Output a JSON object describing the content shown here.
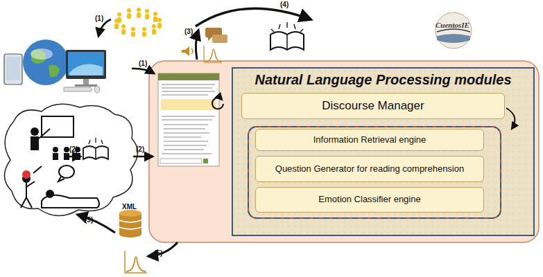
{
  "diagram": {
    "nodes": [
      {
        "text": [
          "Natural Language Processing modules"
        ]
      },
      {
        "text": [
          "Discourse Manager"
        ],
        "in": 0
      },
      {
        "text": [
          "Information Retrieval engine"
        ],
        "in": 0
      },
      {
        "text": [
          "Question Generator for reading comprehension"
        ],
        "in": 0
      },
      {
        "text": [
          "Emotion Classifier engine"
        ],
        "in": 0
      }
    ],
    "labels": [
      "(1)",
      "(4)",
      "(3)",
      "(1)",
      "(2)",
      "(2)",
      "(5)",
      "XML",
      "(5)",
      "CuentosIE"
    ]
  }
}
